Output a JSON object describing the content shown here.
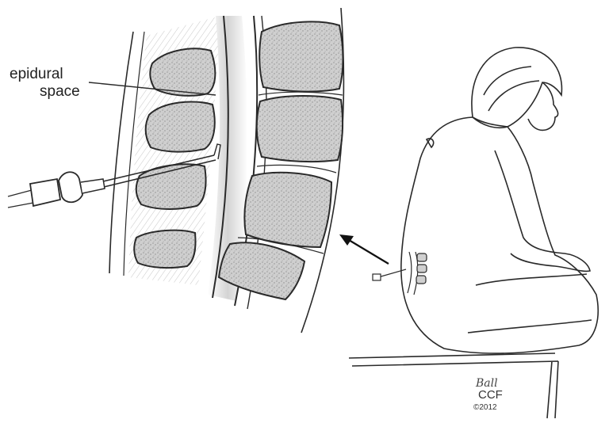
{
  "diagram": {
    "label_line1": "epidural",
    "label_line2": "space",
    "signature": "Ball",
    "credit": "CCF",
    "copyright": "©2012",
    "colors": {
      "ink": "#2a2a2a",
      "bone_fill": "#c9c9c9",
      "epidural_glow": "#d6d6d6"
    }
  }
}
